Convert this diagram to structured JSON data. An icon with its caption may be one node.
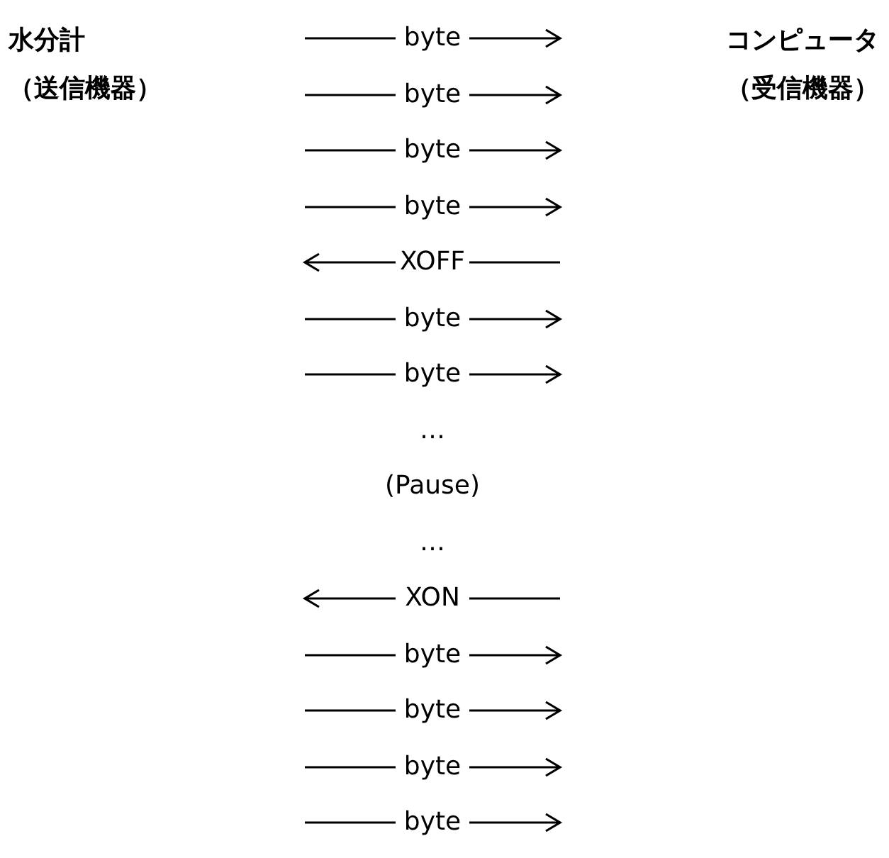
{
  "diagram": {
    "nodes": [
      {
        "text": [
          "水分計",
          "（送信機器）"
        ]
      },
      {
        "text": [
          "コンピュータ",
          "（受信機器）"
        ]
      }
    ],
    "labels": [
      "byte",
      "byte",
      "byte",
      "byte",
      "XOFF",
      "byte",
      "byte",
      "…",
      "(Pause)",
      "…",
      "XON",
      "byte",
      "byte",
      "byte",
      "byte"
    ]
  }
}
